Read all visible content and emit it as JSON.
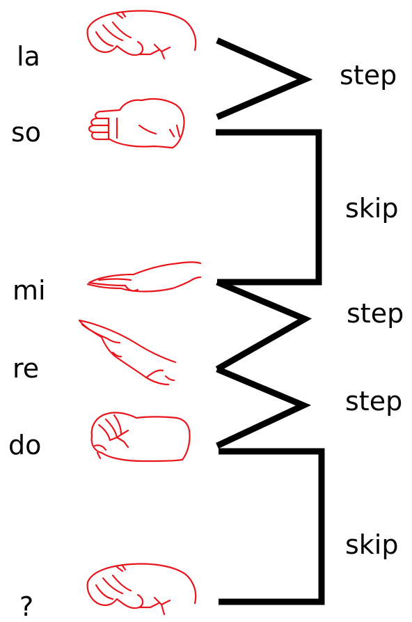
{
  "syllables": [
    {
      "label": "la",
      "hand_icon": "hand-sign-la-icon"
    },
    {
      "label": "so",
      "hand_icon": "hand-sign-so-icon"
    },
    {
      "label": "mi",
      "hand_icon": "hand-sign-mi-icon"
    },
    {
      "label": "re",
      "hand_icon": "hand-sign-re-icon"
    },
    {
      "label": "do",
      "hand_icon": "hand-sign-do-icon"
    },
    {
      "label": "?",
      "hand_icon": "hand-sign-unknown-icon"
    }
  ],
  "intervals": [
    {
      "label": "step"
    },
    {
      "label": "skip"
    },
    {
      "label": "step"
    },
    {
      "label": "step"
    },
    {
      "label": "skip"
    }
  ],
  "colors": {
    "hand_sign": "#e8151b",
    "connector": "#000000"
  }
}
